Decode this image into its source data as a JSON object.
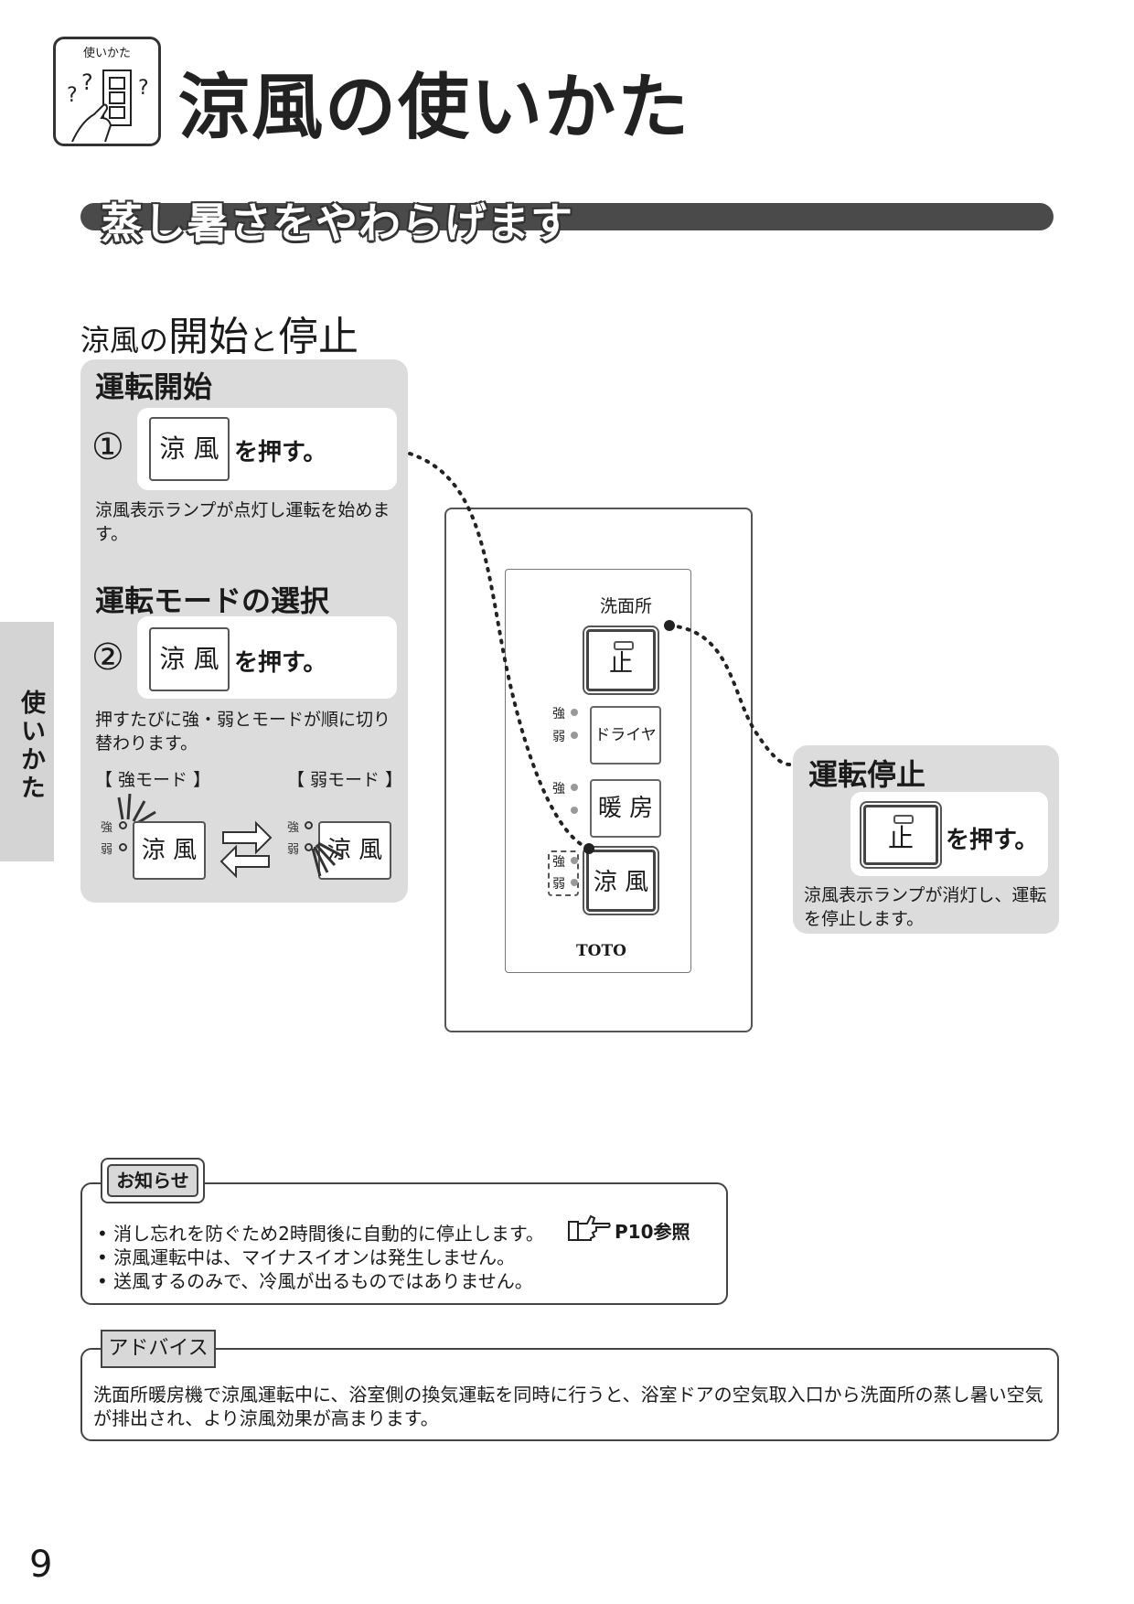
{
  "header": {
    "icon_caption": "使いかた",
    "title": "涼風の使いかた"
  },
  "banner": {
    "text": "蒸し暑さをやわらげます"
  },
  "subhead": {
    "part1": "涼風の",
    "part2": "開始",
    "part3": "と",
    "part4": "停止"
  },
  "side_tab": {
    "label": "使いかた"
  },
  "start": {
    "title": "運転開始",
    "step1": {
      "num": "①",
      "key": "涼 風",
      "action": "を押す。"
    },
    "desc": "涼風表示ランプが点灯し運転を始めます。"
  },
  "mode": {
    "title": "運転モードの選択",
    "step2": {
      "num": "②",
      "key": "涼 風",
      "action": "を押す。"
    },
    "desc": "押すたびに強・弱とモードが順に切り替わります。",
    "strong_label": "【 強モード 】",
    "weak_label": "【 弱モード 】",
    "ind_strong": "強",
    "ind_weak": "弱",
    "key": "涼 風"
  },
  "remote": {
    "area_label": "洗面所",
    "stop_key": "止",
    "dryer_key": "ドライヤー",
    "heat_key": "暖 房",
    "cool_key": "涼 風",
    "ind_strong": "強",
    "ind_weak": "弱",
    "brand": "TOTO"
  },
  "stop": {
    "title": "運転停止",
    "key": "止",
    "action": "を押す。",
    "desc": "涼風表示ランプが消灯し、運転を停止します。"
  },
  "notice": {
    "label": "お知らせ",
    "items": [
      "消し忘れを防ぐため2時間後に自動的に停止します。",
      "涼風運転中は、マイナスイオンは発生しません。",
      "送風するのみで、冷風が出るものではありません。"
    ],
    "ref": "P10参照"
  },
  "advice": {
    "label": "アドバイス",
    "text": "洗面所暖房機で涼風運転中に、浴室側の換気運転を同時に行うと、浴室ドアの空気取入口から洗面所の蒸し暑い空気が排出され、より涼風効果が高まります。"
  },
  "page_number": "9"
}
